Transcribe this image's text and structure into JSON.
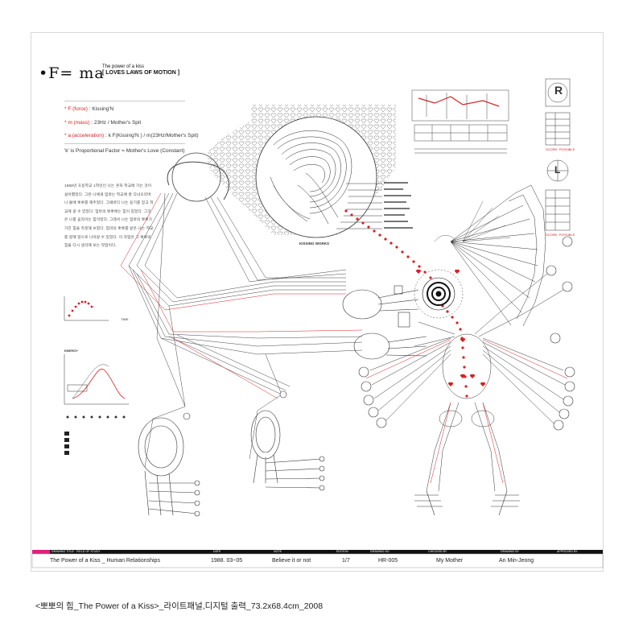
{
  "title": {
    "main": "F= ma",
    "sub1": "The power of a kiss",
    "sub2": "[ LOVES LAWS OF MOTION ]"
  },
  "formulas": [
    {
      "label": "* F (force)",
      "value": ": Kissing'N"
    },
    {
      "label": "* m (mass)",
      "value": ": 23Hz / Mother's Spit"
    },
    {
      "label": "* a (acceleration)",
      "value": ": k F(Kissing'N ) / m(23Hz/Mother's Spit)"
    }
  ],
  "note": "'k' is Proportional Factor = Mother's Love (Constant)",
  "body_text": "1988년 초등학교 1학년인 나는 혼자 학교에 가는 것이 싫어했었다. 그런 나에게 엄마는 학교에 잘 다녀오라며 나 볼에 뽀뽀를 해주었다. 그때마다 나는 용기를 얻고 학교에 갈 수 있었다. 엄마의 뽀뽀에는 힘이 있었다. 그것은 나를 움직이는 힘이었다. 그래서 나는 엄마의 뽀뽀가 가진 힘을 측정해 보았다. 엄마의 뽀뽀를 받은 나는 학교를 향해 앞으로 나아갈 수 있었다. 이 작업은 그 뽀뽀의 힘을 다시 생각해 보는 작업이다.",
  "labels": {
    "kissing_works": "KISSING WORKS",
    "tx": "TIME",
    "energy": "ENERGY",
    "score_right": "SCORE: POSSIBLE",
    "score_left": "SCORE: POSSIBLE",
    "right_r": "R",
    "left_l": "L"
  },
  "footer": {
    "headers": [
      "DRAWING TITLE · FIELD OF STUDY",
      "DATE",
      "NOTE",
      "EDITION",
      "DRAWING NO",
      "CHECKED BY",
      "DRAWING BY",
      "APPROVED BY"
    ],
    "values": [
      "The Power of a Kiss _ Human Relationships",
      "1988. 03~05",
      "Believe it or not",
      "1/7",
      "HR-005",
      "My Mother",
      "An Min-Jeong",
      ""
    ]
  },
  "caption": "<뽀뽀의 힘_The Power of a Kiss>_라이트패널,디지털 출력_73.2x68.4cm_2008",
  "colors": {
    "accent": "#d92024",
    "footer_accent": "#e0217a",
    "line": "#333333"
  }
}
